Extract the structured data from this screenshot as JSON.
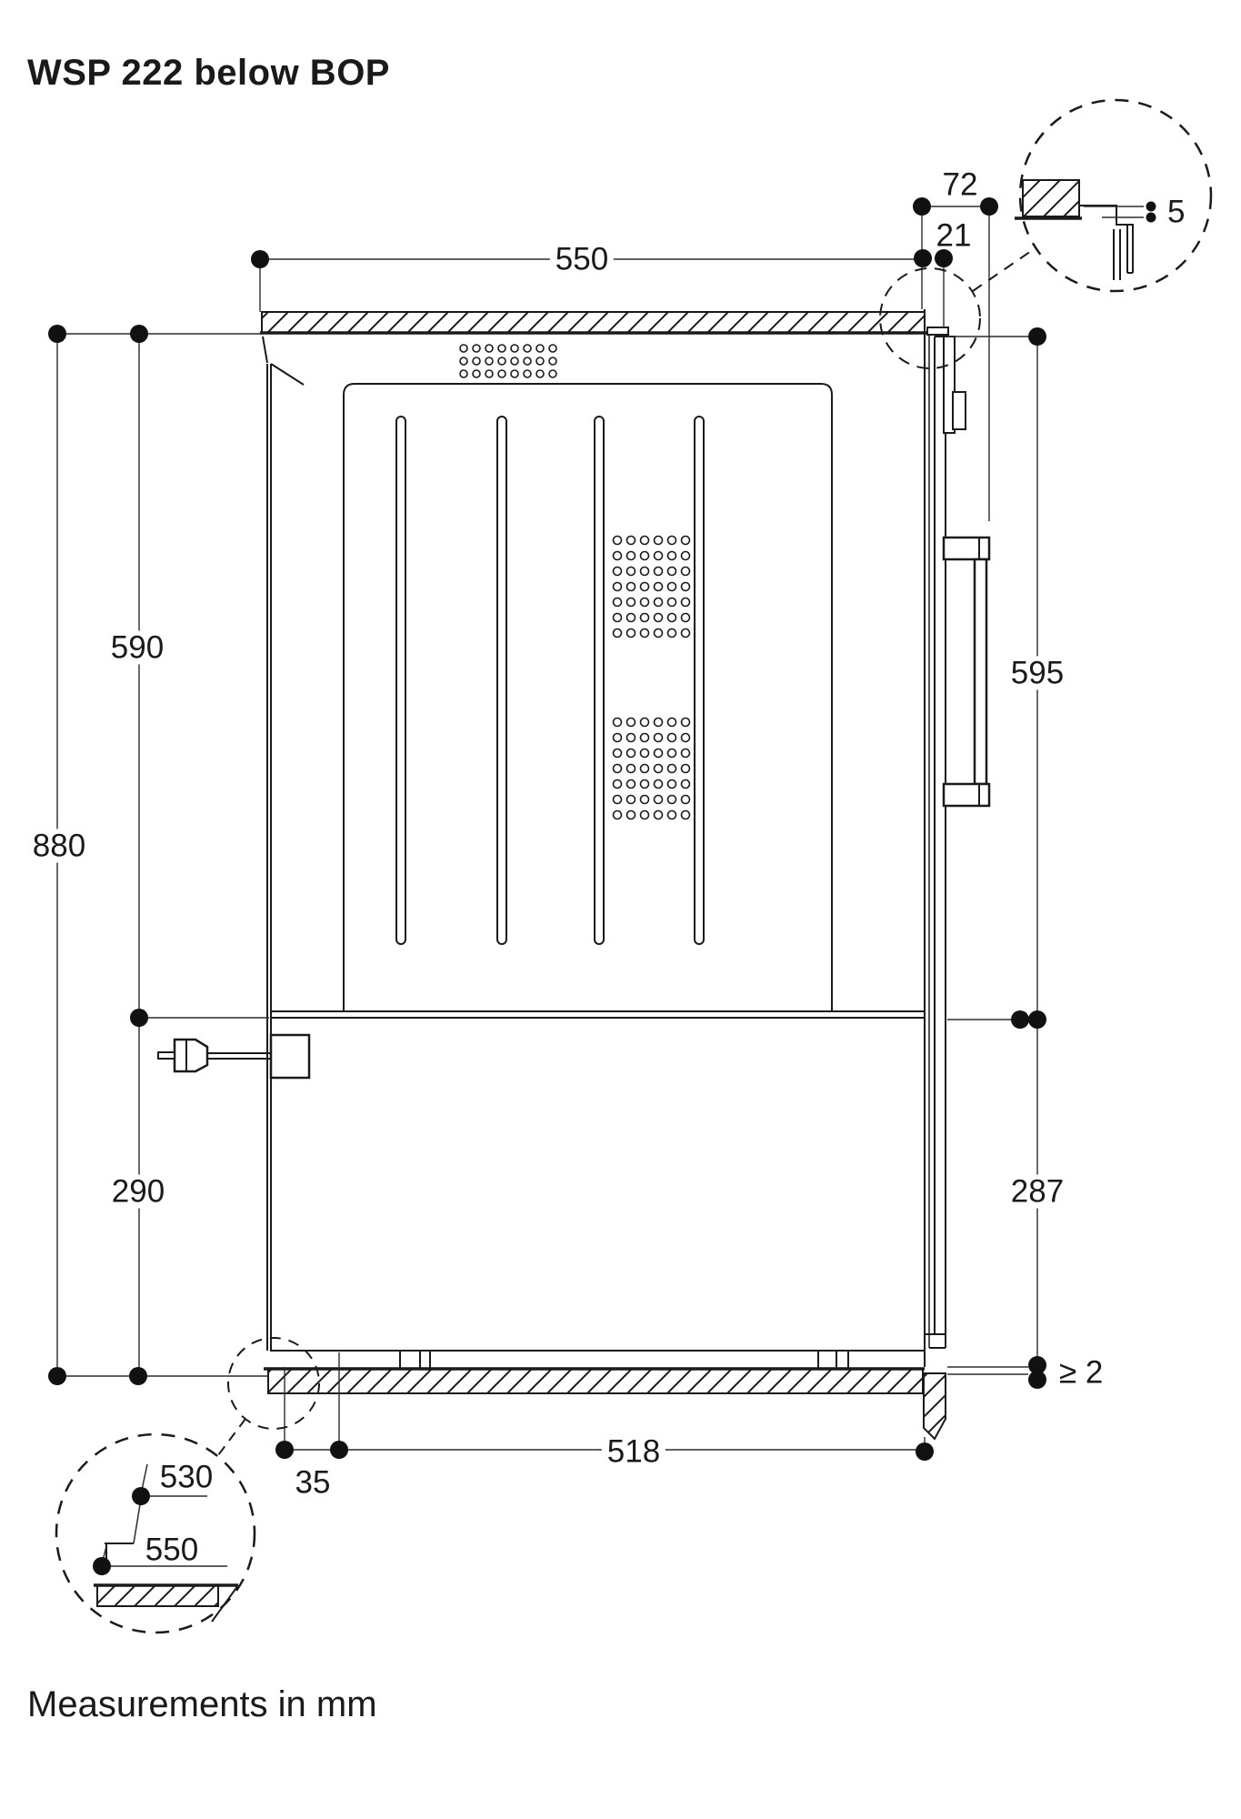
{
  "header": {
    "title": "WSP 222 below BOP"
  },
  "footer": {
    "note": "Measurements in mm"
  },
  "dimensions": {
    "worktop_depth": "550",
    "handle_projection": "72",
    "door_projection": "21",
    "top_overlap": "5",
    "upper_niche_height": "590",
    "total_niche_height": "880",
    "lower_niche_height": "290",
    "front_height_upper": "595",
    "front_height_lower": "287",
    "base_depth": "518",
    "base_setback": "35",
    "bottom_clearance": "≥ 2",
    "detail_plinth_depth": "530",
    "detail_worktop_depth": "550"
  }
}
